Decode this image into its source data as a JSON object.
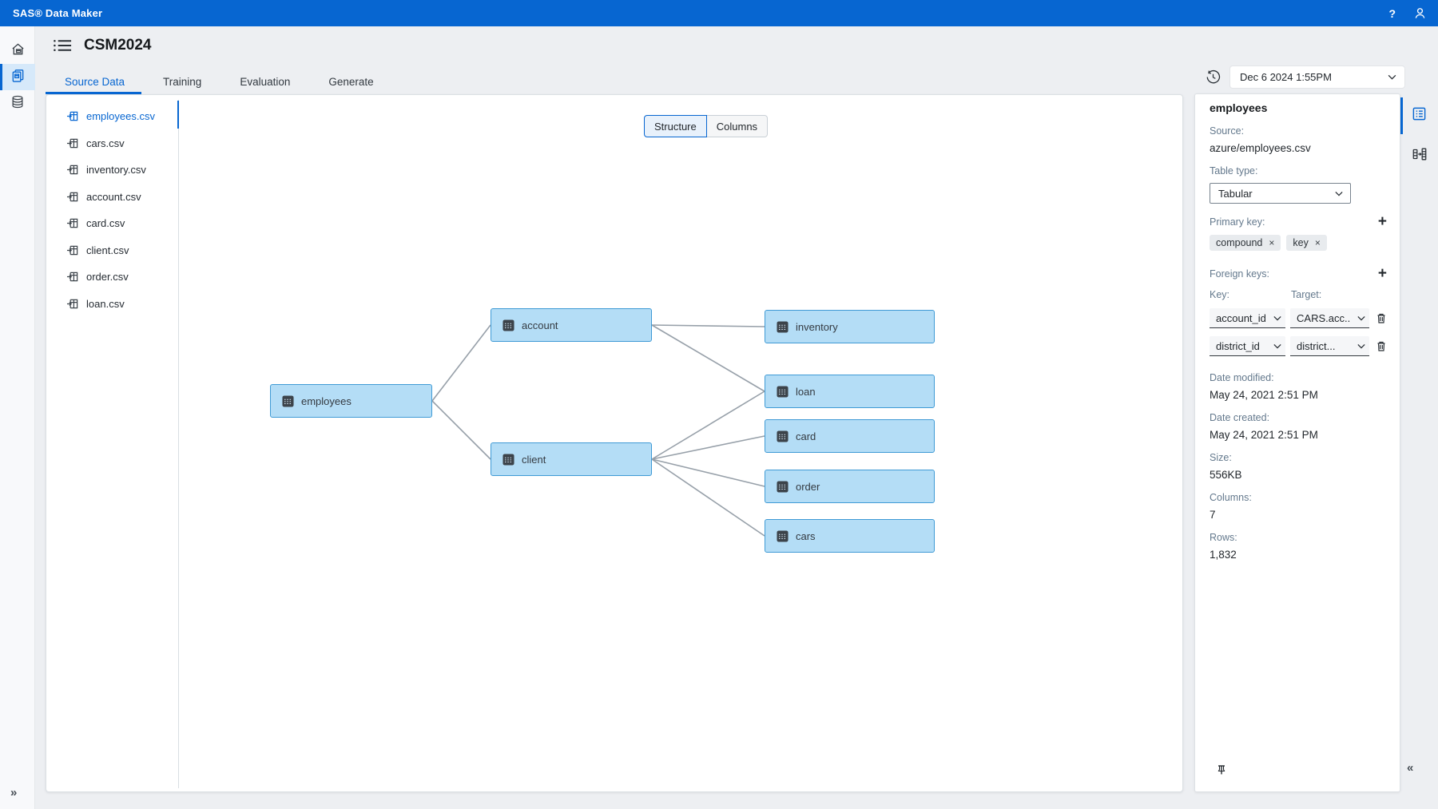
{
  "topbar": {
    "title": "SAS® Data Maker",
    "help_label": "?"
  },
  "left_rail": {
    "items": [
      {
        "id": "home",
        "icon": "home-icon",
        "active": false
      },
      {
        "id": "projects",
        "icon": "projects-icon",
        "active": true
      },
      {
        "id": "data",
        "icon": "database-icon",
        "active": false
      }
    ],
    "expand_label": "»"
  },
  "header": {
    "title": "CSM2024"
  },
  "snapshot": {
    "value": "Dec 6 2024 1:55PM"
  },
  "tabs": [
    {
      "label": "Source Data",
      "active": true
    },
    {
      "label": "Training",
      "active": false
    },
    {
      "label": "Evaluation",
      "active": false
    },
    {
      "label": "Generate",
      "active": false
    }
  ],
  "file_list": [
    {
      "name": "employees.csv",
      "selected": true
    },
    {
      "name": "cars.csv",
      "selected": false
    },
    {
      "name": "inventory.csv",
      "selected": false
    },
    {
      "name": "account.csv",
      "selected": false
    },
    {
      "name": "card.csv",
      "selected": false
    },
    {
      "name": "client.csv",
      "selected": false
    },
    {
      "name": "order.csv",
      "selected": false
    },
    {
      "name": "loan.csv",
      "selected": false
    }
  ],
  "view_toggle": {
    "options": [
      {
        "label": "Structure",
        "active": true
      },
      {
        "label": "Columns",
        "active": false
      }
    ]
  },
  "diagram": {
    "nodes": [
      {
        "id": "employees",
        "label": "employees"
      },
      {
        "id": "account",
        "label": "account"
      },
      {
        "id": "client",
        "label": "client"
      },
      {
        "id": "inventory",
        "label": "inventory"
      },
      {
        "id": "loan",
        "label": "loan"
      },
      {
        "id": "card",
        "label": "card"
      },
      {
        "id": "order",
        "label": "order"
      },
      {
        "id": "cars",
        "label": "cars"
      }
    ],
    "edges": [
      [
        "employees",
        "account"
      ],
      [
        "employees",
        "client"
      ],
      [
        "account",
        "inventory"
      ],
      [
        "account",
        "loan"
      ],
      [
        "client",
        "loan"
      ],
      [
        "client",
        "card"
      ],
      [
        "client",
        "order"
      ],
      [
        "client",
        "cars"
      ]
    ]
  },
  "details_panel": {
    "title": "employees",
    "source_label": "Source:",
    "source_value": "azure/employees.csv",
    "table_type_label": "Table type:",
    "table_type_value": "Tabular",
    "primary_key_label": "Primary key:",
    "primary_keys": [
      "compound",
      "key"
    ],
    "chip_remove_label": "×",
    "add_label": "+",
    "foreign_keys_label": "Foreign keys:",
    "fk_key_label": "Key:",
    "fk_target_label": "Target:",
    "foreign_keys": [
      {
        "key": "account_id",
        "target": "CARS.acc.."
      },
      {
        "key": "district_id",
        "target": "district..."
      }
    ],
    "date_modified_label": "Date modified:",
    "date_modified_value": "May 24, 2021 2:51 PM",
    "date_created_label": "Date created:",
    "date_created_value": "May 24, 2021 2:51 PM",
    "size_label": "Size:",
    "size_value": "556KB",
    "columns_label": "Columns:",
    "columns_value": "7",
    "rows_label": "Rows:",
    "rows_value": "1,832",
    "collapse_label": "«"
  },
  "icons": {
    "home-icon": "house",
    "projects-icon": "stacked pages",
    "database-icon": "cylinder",
    "list-icon": "list with bullets",
    "history-icon": "clock with restore arrow",
    "help-icon": "question mark",
    "user-icon": "person",
    "chevron-down-icon": "v",
    "table-import-icon": "table with arrow",
    "table-icon": "grid",
    "details-icon": "boxed list",
    "join-icon": "linked tables",
    "trash-icon": "trash can",
    "pin-icon": "pushpin"
  },
  "colors": {
    "brand_blue": "#0766d1",
    "node_fill": "#b4ddf6",
    "node_border": "#3f9ad5",
    "edge_gray": "#97a0a9",
    "rail_active_bg": "#d6e9fa",
    "chip_bg": "#e8ebee"
  }
}
